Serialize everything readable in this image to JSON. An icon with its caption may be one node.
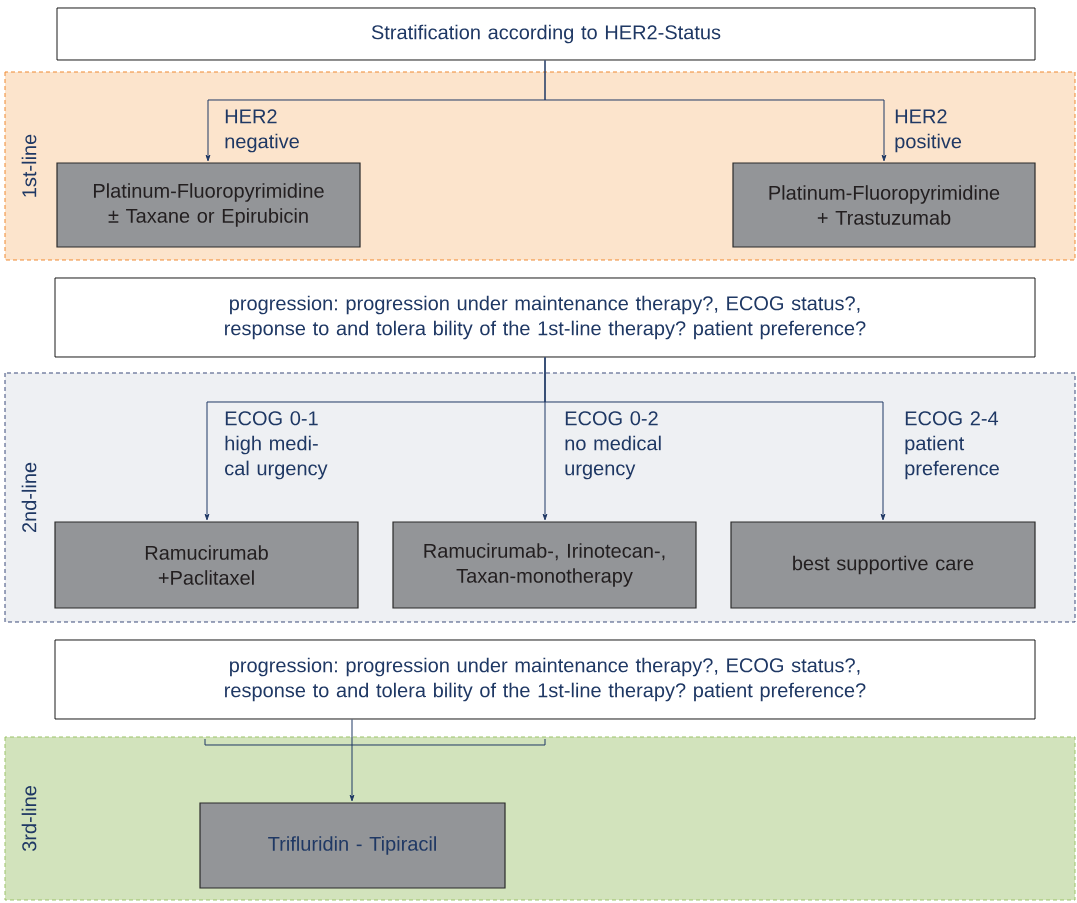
{
  "diagram": {
    "nodes": [
      {
        "text": [
          "Stratification according to HER2-Status"
        ]
      },
      {
        "text": [
          "1st-line"
        ]
      },
      {
        "text": [
          "Platinum-Fluoropyrimidine ± Taxane or Epirubicin"
        ],
        "in": 1
      },
      {
        "text": [
          "Platinum-Fluoropyrimidine + Trastuzumab"
        ],
        "in": 1
      },
      {
        "text": [
          "progression: progression under maintenance therapy?, ECOG status?, response to and tolera bility of the 1st-line therapy? patient preference?"
        ]
      },
      {
        "text": [
          "2nd-line"
        ]
      },
      {
        "text": [
          "Ramucirumab +Paclitaxel"
        ],
        "in": 5
      },
      {
        "text": [
          "Ramucirumab-, Irinotecan-, Taxan-monotherapy"
        ],
        "in": 5
      },
      {
        "text": [
          "best supportive care"
        ],
        "in": 5
      },
      {
        "text": [
          "progression: progression under maintenance therapy?, ECOG status?, response to and tolera bility of the 1st-line therapy? patient preference?"
        ]
      },
      {
        "text": [
          "3rd-line"
        ]
      },
      {
        "text": [
          "Trifluridin - Tipiracil"
        ],
        "in": 10
      }
    ],
    "edges": [
      {
        "from": 0,
        "to": 2,
        "arrow": "to",
        "label": "HER2 negative"
      },
      {
        "from": 0,
        "to": 3,
        "arrow": "to",
        "label": "HER2 positive"
      },
      {
        "from": 4,
        "to": 6,
        "arrow": "to",
        "label": "ECOG 0-1 high medi- cal urgency"
      },
      {
        "from": 4,
        "to": 7,
        "arrow": "to",
        "label": "ECOG 0-2 no medical urgency"
      },
      {
        "from": 4,
        "to": 8,
        "arrow": "to",
        "label": "ECOG 2-4 patient preference"
      },
      {
        "from": 9,
        "to": 11,
        "arrow": "to"
      }
    ]
  }
}
